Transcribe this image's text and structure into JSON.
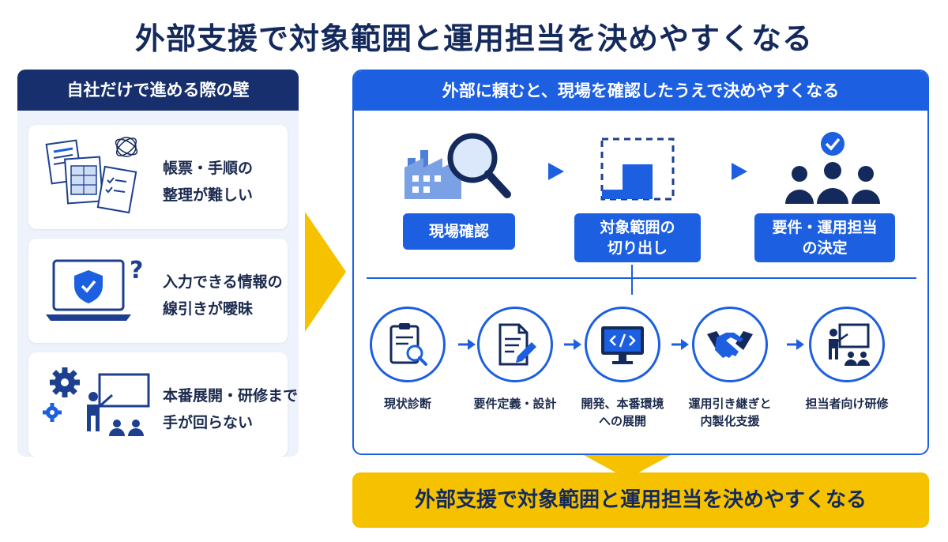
{
  "title": "外部支援で対象範囲と運用担当を決めやすくなる",
  "left_panel": {
    "header": "自社だけで進める際の壁",
    "cards": [
      {
        "lines": [
          "帳票・手順の",
          "整理が難しい"
        ],
        "icon": "documents-tangle-icon"
      },
      {
        "lines": [
          "入力できる情報の",
          "線引きが曖昧"
        ],
        "icon": "laptop-shield-question-icon"
      },
      {
        "lines": [
          "本番展開・研修まで",
          "手が回らない"
        ],
        "icon": "gears-presenter-icon"
      }
    ]
  },
  "right_panel": {
    "header": "外部に頼むと、現場を確認したうえで決めやすくなる",
    "steps": [
      {
        "lines": [
          "現場確認"
        ],
        "icon": "factory-magnifier-icon"
      },
      {
        "lines": [
          "対象範囲の",
          "切り出し"
        ],
        "icon": "scope-extract-icon"
      },
      {
        "lines": [
          "要件・運用担当",
          "の決定"
        ],
        "icon": "team-check-icon"
      }
    ],
    "process": [
      {
        "lines": [
          "現状診断"
        ],
        "icon": "clipboard-search-icon"
      },
      {
        "lines": [
          "要件定義・設計"
        ],
        "icon": "document-pen-icon"
      },
      {
        "lines": [
          "開発、本番環境",
          "への展開"
        ],
        "icon": "monitor-code-icon"
      },
      {
        "lines": [
          "運用引き継ぎと",
          "内製化支援"
        ],
        "icon": "handshake-icon"
      },
      {
        "lines": [
          "担当者向け研修"
        ],
        "icon": "presenter-board-icon"
      }
    ]
  },
  "bottom_banner": "外部支援で対象範囲と運用担当を決めやすくなる",
  "colors": {
    "navy": "#17306d",
    "blue": "#1c5fe0",
    "yellow": "#f6c200",
    "light_bg": "#eef3fb"
  }
}
